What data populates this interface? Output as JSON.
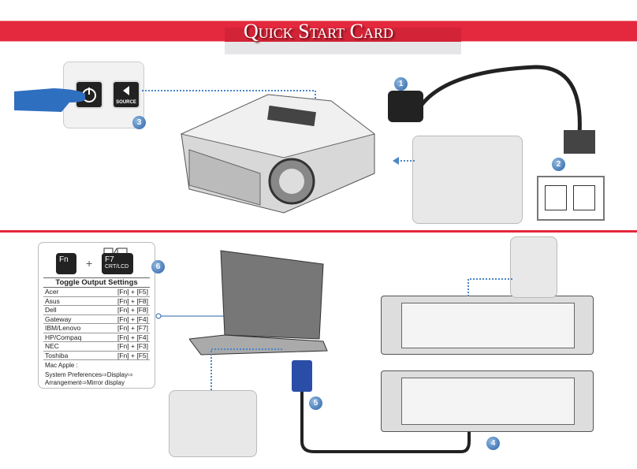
{
  "title": "Quick Start Card",
  "steps": [
    "1",
    "2",
    "3",
    "4",
    "5",
    "6"
  ],
  "buttons": {
    "source": "SOURCE"
  },
  "hotkey": {
    "fn": "Fn",
    "plus": "+",
    "f7": "F7",
    "f7_sub": "CRT/LCD"
  },
  "toggle": {
    "heading": "Toggle Output Settings",
    "rows": [
      {
        "brand": "Acer",
        "keys": "[Fn] + [F5]"
      },
      {
        "brand": "Asus",
        "keys": "[Fn] + [F8]"
      },
      {
        "brand": "Dell",
        "keys": "[Fn] + [F8]"
      },
      {
        "brand": "Gateway",
        "keys": "[Fn] + [F4]"
      },
      {
        "brand": "IBM/Lenovo",
        "keys": "[Fn] + [F7]"
      },
      {
        "brand": "HP/Compaq",
        "keys": "[Fn] + [F4]"
      },
      {
        "brand": "NEC",
        "keys": "[Fn] + [F3]"
      },
      {
        "brand": "Toshiba",
        "keys": "[Fn] + [F5]"
      }
    ],
    "mac_label": "Mac Apple :",
    "mac_path1": "System Preferences⇨Display⇨",
    "mac_path2": "Arrangement⇨Mirror display"
  },
  "colors": {
    "accent": "#e4283d",
    "step": "#2b62a6",
    "cable": "#2a4ea8"
  }
}
